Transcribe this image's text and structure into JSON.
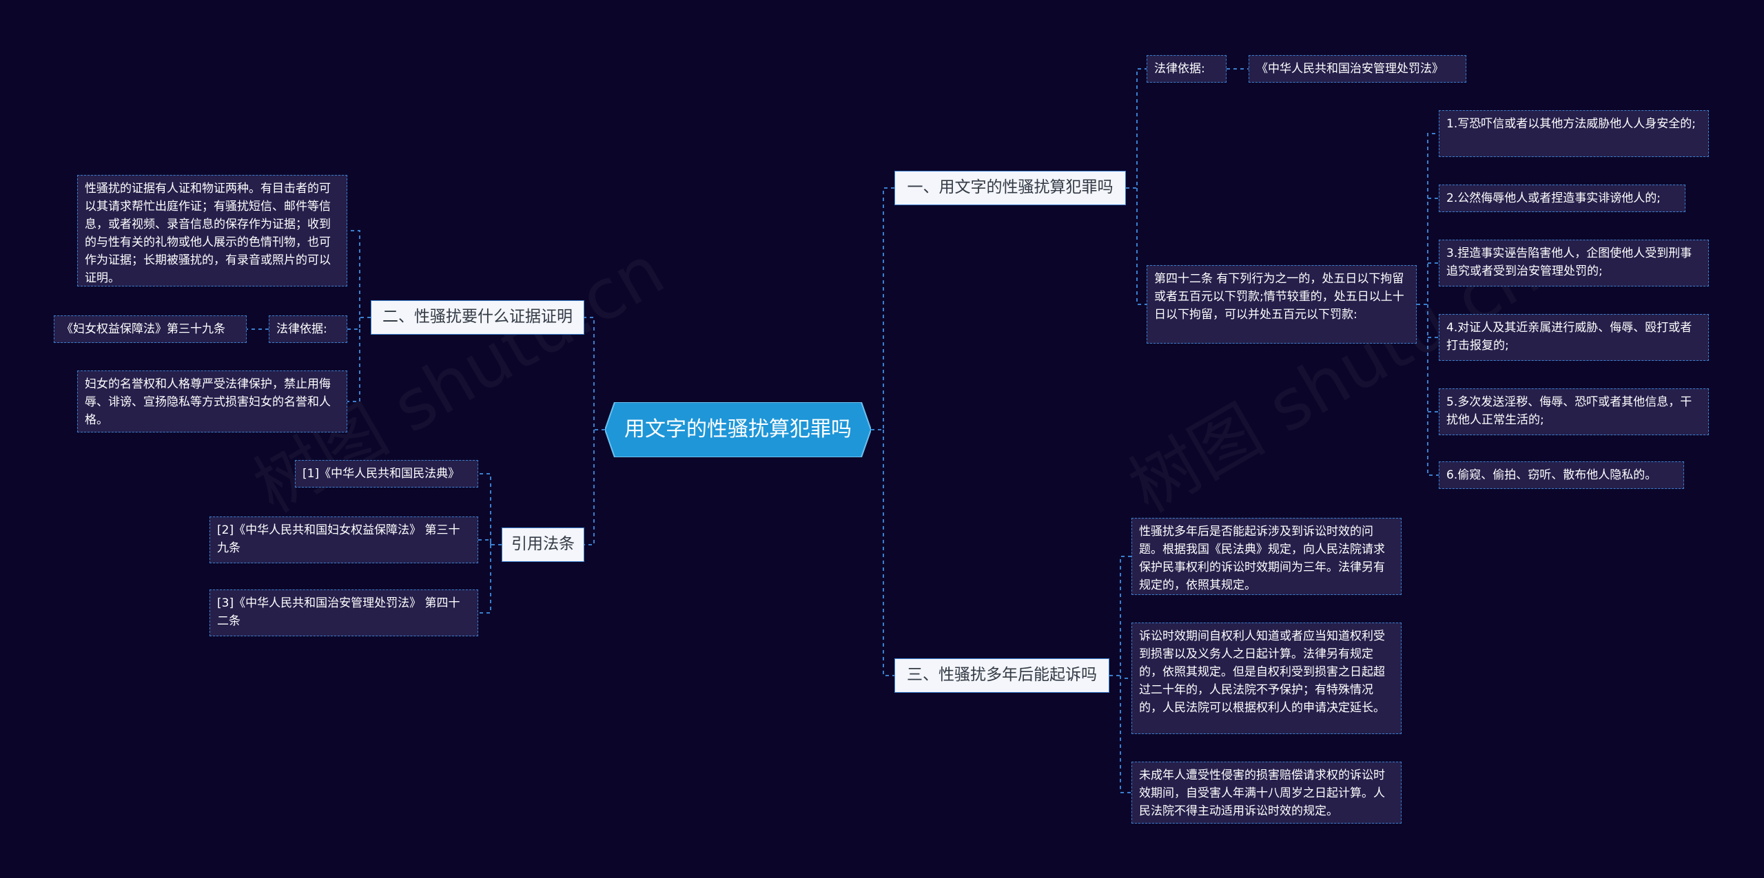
{
  "watermark": [
    "树图 shutu.cn",
    "树图 shutu.cn"
  ],
  "root": {
    "label": "用文字的性骚扰算犯罪吗",
    "color": "#1e96d8"
  },
  "colors": {
    "background": "#0b0629",
    "line": "#3b7fcf",
    "leaf_bg": "#251f4a",
    "branch_bg": "#f4f6fb"
  },
  "branch1": {
    "title": "一、用文字的性骚扰算犯罪吗",
    "legal_basis_label": "法律依据:",
    "legal_basis_value": "《中华人民共和国治安管理处罚法》",
    "article": "第四十二条 有下列行为之一的，处五日以下拘留或者五百元以下罚款;情节较重的，处五日以上十日以下拘留，可以并处五百元以下罚款:",
    "items": [
      "1.写恐吓信或者以其他方法威胁他人人身安全的;",
      "2.公然侮辱他人或者捏造事实诽谤他人的;",
      "3.捏造事实诬告陷害他人，企图使他人受到刑事追究或者受到治安管理处罚的;",
      "4.对证人及其近亲属进行威胁、侮辱、殴打或者打击报复的;",
      "5.多次发送淫秽、侮辱、恐吓或者其他信息，干扰他人正常生活的;",
      "6.偷窥、偷拍、窃听、散布他人隐私的。"
    ]
  },
  "branch2": {
    "title": "二、性骚扰要什么证据证明",
    "evidence": "性骚扰的证据有人证和物证两种。有目击者的可以其请求帮忙出庭作证；有骚扰短信、邮件等信息，或者视频、录音信息的保存作为证据；收到的与性有关的礼物或他人展示的色情刊物，也可作为证据；长期被骚扰的，有录音或照片的可以证明。",
    "legal_basis_label": "法律依据:",
    "legal_basis_value": "《妇女权益保障法》第三十九条",
    "protection": "妇女的名誉权和人格尊严受法律保护，禁止用侮辱、诽谤、宣扬隐私等方式损害妇女的名誉和人格。"
  },
  "branch3": {
    "title": "三、性骚扰多年后能起诉吗",
    "items": [
      "性骚扰多年后是否能起诉涉及到诉讼时效的问题。根据我国《民法典》规定，向人民法院请求保护民事权利的诉讼时效期间为三年。法律另有规定的，依照其规定。",
      "诉讼时效期间自权利人知道或者应当知道权利受到损害以及义务人之日起计算。法律另有规定的，依照其规定。但是自权利受到损害之日起超过二十年的，人民法院不予保护；有特殊情况的，人民法院可以根据权利人的申请决定延长。",
      "未成年人遭受性侵害的损害赔偿请求权的诉讼时效期间，自受害人年满十八周岁之日起计算。人民法院不得主动适用诉讼时效的规定。"
    ]
  },
  "branch4": {
    "title": "引用法条",
    "items": [
      "[1]《中华人民共和国民法典》",
      "[2]《中华人民共和国妇女权益保障法》 第三十九条",
      "[3]《中华人民共和国治安管理处罚法》 第四十二条"
    ]
  }
}
